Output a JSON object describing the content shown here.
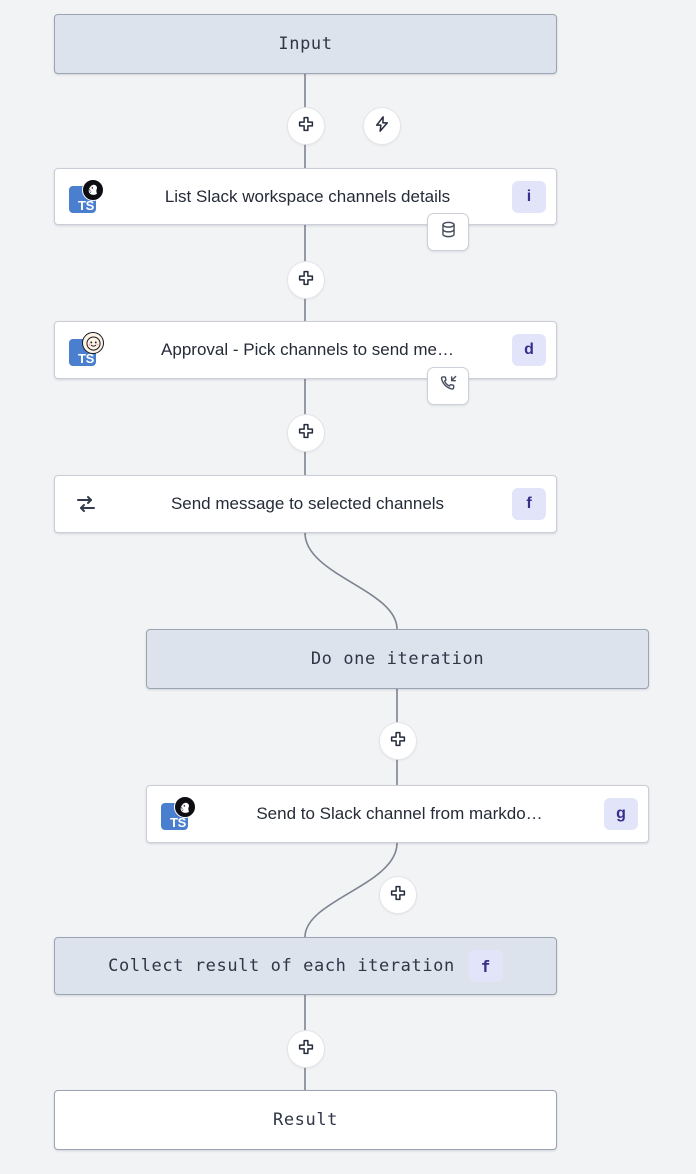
{
  "canvas": {
    "background": "#f2f3f5",
    "edge_color": "#7d8490",
    "accent_badge_bg": "#e2e5fa",
    "accent_badge_fg": "#353089",
    "terminal_node_bg": "#dde3ec",
    "terminal_node_border": "#9aa4b2",
    "module_node_bg": "#ffffff",
    "ts_icon_bg": "#4a7fd0"
  },
  "nodes": [
    {
      "id": "input",
      "kind": "terminal",
      "label": "Input",
      "badge": null
    },
    {
      "id": "list-slack-channels",
      "kind": "module",
      "label": "List Slack workspace channels details",
      "badge": "i",
      "lang": "TS",
      "overlay_icon": "deno-icon",
      "sub_icon": "database-icon"
    },
    {
      "id": "approval-pick-channels",
      "kind": "module",
      "label": "Approval - Pick channels to send me…",
      "badge": "d",
      "lang": "TS",
      "overlay_icon": "face-icon",
      "sub_icon": "phone-incoming-icon"
    },
    {
      "id": "send-message-selected-channels",
      "kind": "module",
      "label": "Send message to selected channels",
      "badge": "f",
      "lead_icon": "loop-icon"
    },
    {
      "id": "do-one-iteration",
      "kind": "terminal",
      "label": "Do one iteration",
      "badge": null
    },
    {
      "id": "send-to-slack-from-markdown",
      "kind": "module",
      "label": "Send to Slack channel from markdo…",
      "badge": "g",
      "lang": "TS",
      "overlay_icon": "deno-icon"
    },
    {
      "id": "collect-result",
      "kind": "terminal",
      "label": "Collect result of each iteration",
      "badge": "f"
    },
    {
      "id": "result",
      "kind": "terminal-plain",
      "label": "Result",
      "badge": null
    }
  ],
  "edge_buttons": [
    {
      "id": "add-step-1",
      "icon": "plus-icon"
    },
    {
      "id": "add-trigger-1",
      "icon": "lightning-icon"
    },
    {
      "id": "add-step-2",
      "icon": "plus-icon"
    },
    {
      "id": "add-step-3",
      "icon": "plus-icon"
    },
    {
      "id": "add-step-4",
      "icon": "plus-icon"
    },
    {
      "id": "add-step-5",
      "icon": "plus-icon"
    },
    {
      "id": "add-step-6",
      "icon": "plus-icon"
    }
  ]
}
